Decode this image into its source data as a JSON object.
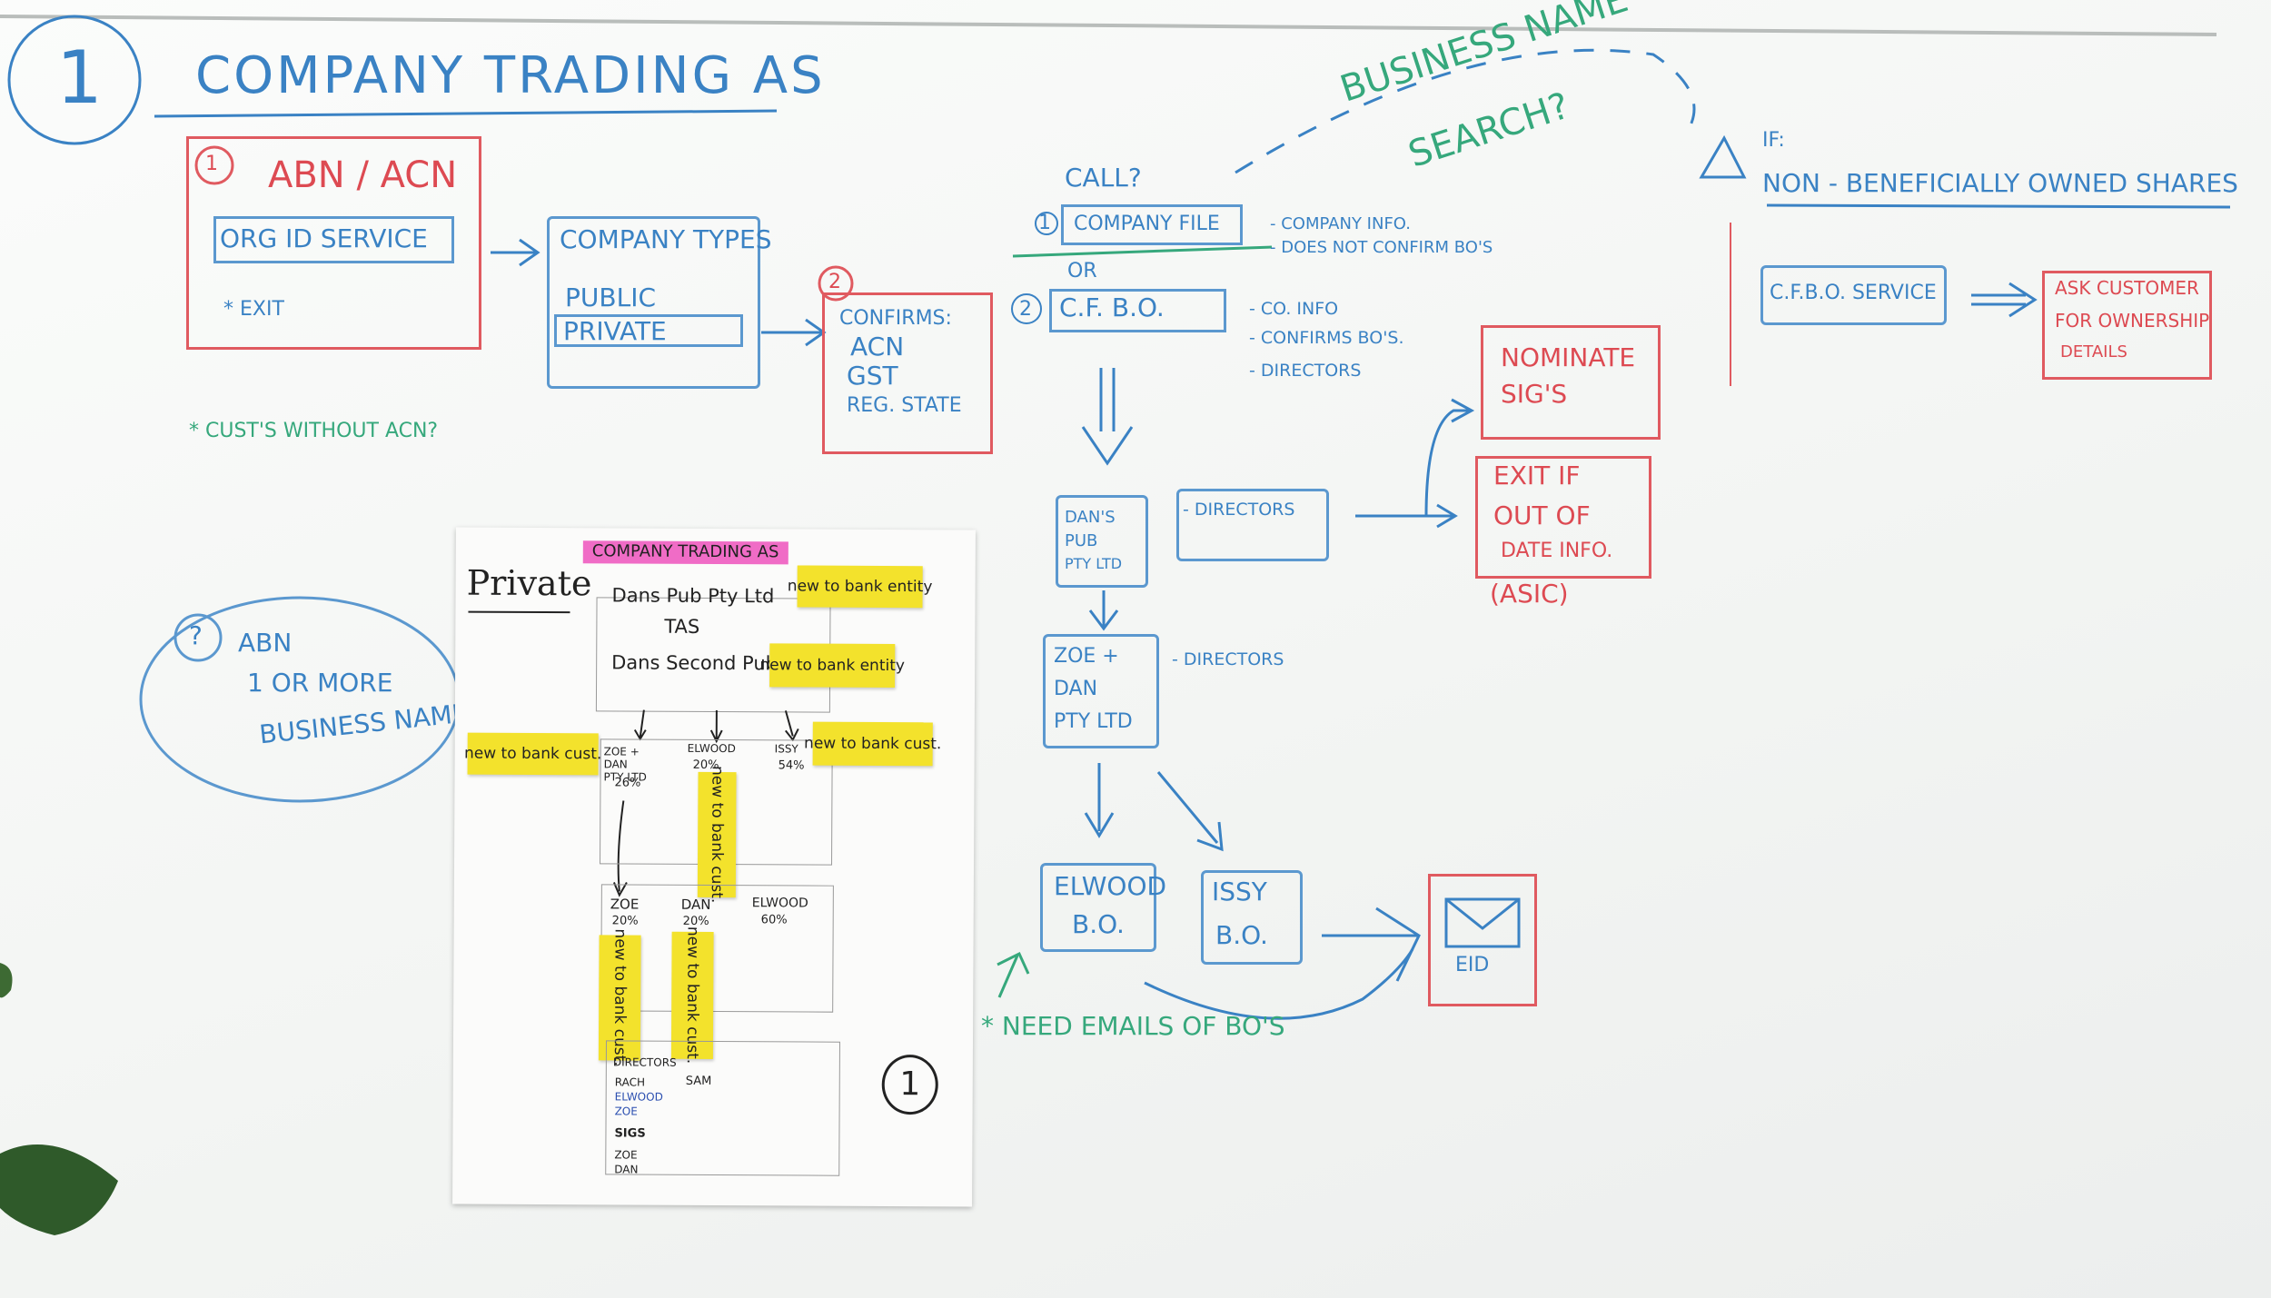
{
  "title": {
    "number": "1",
    "text": "COMPANY TRADING AS"
  },
  "abn_acn": {
    "number": "1",
    "title": "ABN / ACN",
    "org_service": "ORG ID SERVICE",
    "exit": "* EXIT"
  },
  "cust_note": "* CUST'S WITHOUT ACN?",
  "company_types": {
    "title": "COMPANY TYPES",
    "public": "PUBLIC",
    "private": "PRIVATE"
  },
  "confirms": {
    "number": "2",
    "title": "CONFIRMS:",
    "items": [
      "ACN",
      "GST",
      "REG. STATE"
    ]
  },
  "call": "CALL?",
  "company_file": {
    "number": "1",
    "label": "COMPANY FILE",
    "notes": [
      "- COMPANY INFO.",
      "- DOES NOT CONFIRM BO'S"
    ]
  },
  "or": "OR",
  "cfbo": {
    "number": "2",
    "label": "C.F. B.O.",
    "notes": [
      "- CO. INFO",
      "- CONFIRMS BO'S.",
      "- DIRECTORS"
    ]
  },
  "business_name": {
    "line1": "BUSINESS NAME",
    "line2": "SEARCH?"
  },
  "if_note": {
    "label": "IF:",
    "text": "NON - BENEFICIALLY OWNED SHARES"
  },
  "cfbo_service": "C.F.B.O. SERVICE",
  "ask_customer": {
    "line1": "ASK CUSTOMER",
    "line2": "FOR OWNERSHIP",
    "line3": "DETAILS"
  },
  "nominate": {
    "line1": "NOMINATE",
    "line2": "SIG'S"
  },
  "exit_if": {
    "line1": "EXIT IF",
    "line2": "OUT OF",
    "line3": "DATE INFO.",
    "asic": "(ASIC)"
  },
  "dans_pub": {
    "line1": "DAN'S",
    "line2": "PUB",
    "line3": "PTY LTD",
    "directors": "- DIRECTORS"
  },
  "zoe_dan": {
    "line1": "ZOE +",
    "line2": "DAN",
    "line3": "PTY LTD",
    "directors": "- DIRECTORS"
  },
  "elwood_bo": {
    "line1": "ELWOOD",
    "line2": "B.O."
  },
  "issy_bo": {
    "line1": "ISSY",
    "line2": "B.O."
  },
  "eid": "EID",
  "need_emails": "* NEED EMAILS OF BO'S",
  "abn_circle": {
    "number": "?",
    "line1": "ABN",
    "line2": "1 OR MORE",
    "line3": "BUSINESS NAMES."
  },
  "poster": {
    "header": "COMPANY TRADING AS",
    "private": "Private",
    "entity1": "Dans Pub Pty Ltd",
    "tas": "TAS",
    "entity2": "Dans Second Pub",
    "sticky_entity1": "new to bank entity",
    "sticky_entity2": "new to bank entity",
    "sticky_cust_left": "new to bank cust.",
    "sticky_cust_right": "new to bank cust.",
    "sticky_elwood": "new to bank cust.",
    "sticky_zoe": "new to bank cust.",
    "sticky_dan": "new to bank cust.",
    "shareholders": [
      {
        "name": "ZOE + DAN PTY LTD",
        "pct": "26%"
      },
      {
        "name": "ELWOOD",
        "pct": "20%"
      },
      {
        "name": "ISSY",
        "pct": "54%"
      }
    ],
    "owners": [
      {
        "name": "ZOE",
        "pct": "20%"
      },
      {
        "name": "DAN",
        "pct": "20%"
      },
      {
        "name": "ELWOOD",
        "pct": "60%"
      }
    ],
    "directors_label": "DIRECTORS",
    "directors": [
      "RACH",
      "ELWOOD",
      "ZOE"
    ],
    "directors_extra": "SAM",
    "sigs_label": "SIGS",
    "sigs": [
      "ZOE",
      "DAN"
    ],
    "number": "1"
  }
}
